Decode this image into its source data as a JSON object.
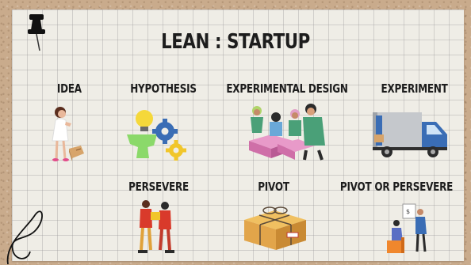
{
  "title": "LEAN : STARTUP",
  "steps": [
    {
      "label": "IDEA",
      "icon": "woman-with-box-icon"
    },
    {
      "label": "HYPOTHESIS",
      "icon": "gears-lightbulb-icon"
    },
    {
      "label": "EXPERIMENTAL DESIGN",
      "icon": "team-packing-boxes-icon"
    },
    {
      "label": "EXPERIMENT",
      "icon": "delivery-truck-icon"
    },
    {
      "label": "PERSEVERE",
      "icon": "handshake-box-icon"
    },
    {
      "label": "PIVOT",
      "icon": "tied-parcel-icon"
    },
    {
      "label": "PIVOT OR PERSEVERE",
      "icon": "business-meeting-icon"
    }
  ],
  "colors": {
    "kraft": "#c9ab8c",
    "paper": "#efede6",
    "grid": "#bdbdbd",
    "ink": "#1d1d1d",
    "accent_green": "#4aa078",
    "accent_yellow": "#f1c62a",
    "accent_blue": "#3a6db5"
  }
}
